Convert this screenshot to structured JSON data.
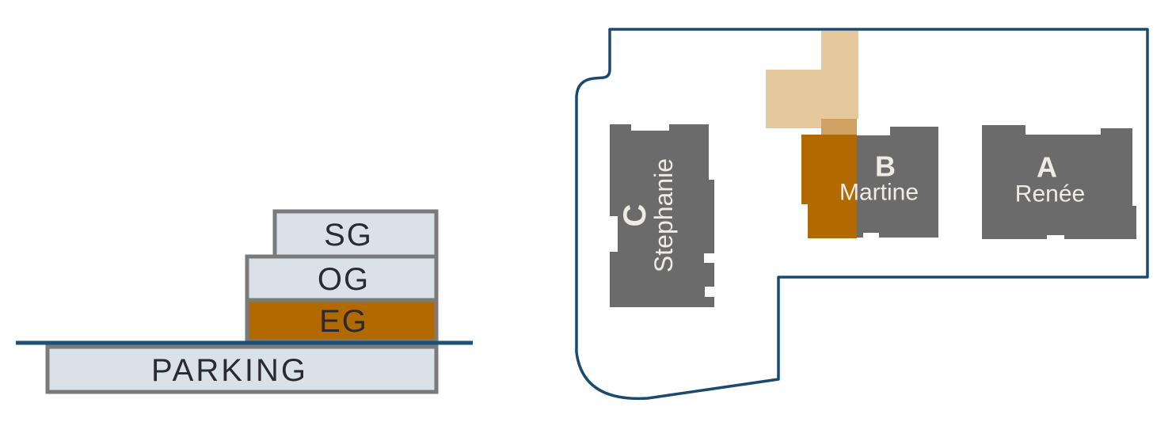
{
  "elevation": {
    "floors": [
      {
        "label": "SG",
        "highlighted": false
      },
      {
        "label": "OG",
        "highlighted": false
      },
      {
        "label": "EG",
        "highlighted": true
      }
    ],
    "parking_label": "PARKING"
  },
  "site_plan": {
    "buildings": [
      {
        "letter": "C",
        "name": "Stephanie",
        "highlighted": false
      },
      {
        "letter": "B",
        "name": "Martine",
        "highlighted": true
      },
      {
        "letter": "A",
        "name": "Renée",
        "highlighted": false
      }
    ]
  },
  "colors": {
    "highlight_orange": "#b26a00",
    "tan_light": "#e6c89d",
    "tan_dark": "#cfa263",
    "building_gray": "#6b6b6b",
    "floor_fill": "#dbe1e8",
    "floor_border": "#7a7a7a",
    "boundary_navy": "#1a4a70",
    "ground_line_blue": "#1d5076",
    "label_light": "#efece6",
    "label_dark": "#2a2a33",
    "no_fill": "none"
  }
}
